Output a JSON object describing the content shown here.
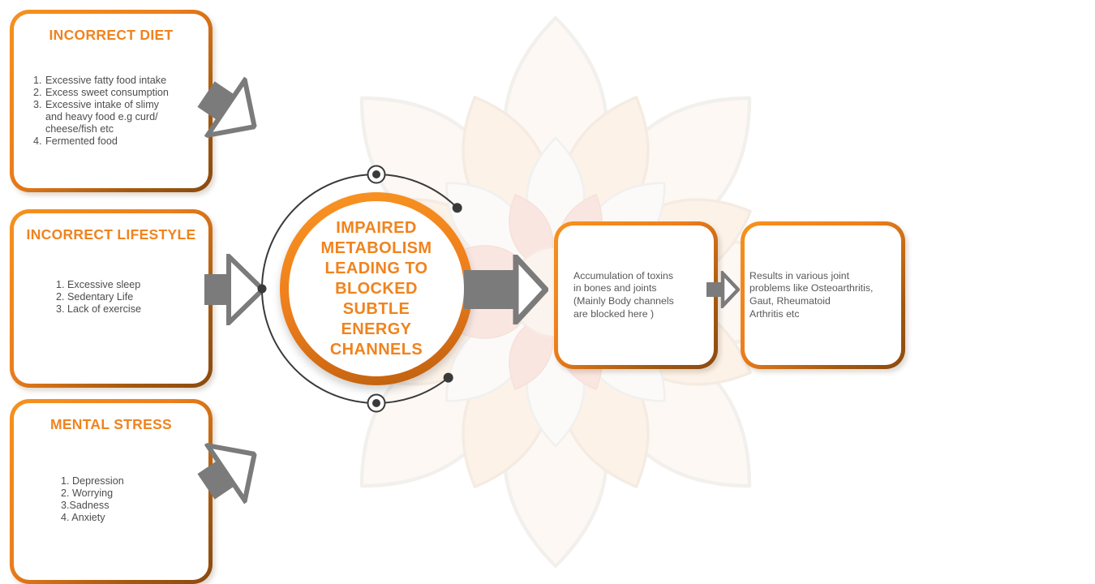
{
  "theme": {
    "accent_orange": "#F0831E",
    "border_gradient_start": "#F6921E",
    "border_gradient_end": "#8A4A10",
    "arrow_gray": "#7B7B7B",
    "orbit_dark": "#3A3A3A",
    "body_text": "#4D4D4F"
  },
  "left_boxes": [
    {
      "title": "INCORRECT DIET",
      "items": [
        {
          "num": "1. ",
          "text": "Excessive fatty food intake"
        },
        {
          "num": "2. ",
          "text": "Excess sweet consumption"
        },
        {
          "num": "3. ",
          "text": "Excessive intake of slimy\nand heavy food e.g curd/\ncheese/fish etc"
        },
        {
          "num": "4. ",
          "text": "Fermented food"
        }
      ]
    },
    {
      "title": "INCORRECT LIFESTYLE",
      "lines": [
        "1. Excessive sleep",
        "2. Sedentary Life",
        "3. Lack of exercise"
      ]
    },
    {
      "title": "MENTAL STRESS",
      "lines": [
        "1. Depression",
        "2. Worrying",
        "3.Sadness",
        "4. Anxiety"
      ]
    }
  ],
  "center_circle": {
    "label": "IMPAIRED\nMETABOLISM\nLEADING TO\nBLOCKED\nSUBTLE\nENERGY\nCHANNELS"
  },
  "flow_boxes": [
    {
      "text": "Accumulation of toxins\nin bones and joints\n(Mainly Body channels\nare blocked here )"
    },
    {
      "text": "Results in various joint\nproblems like Osteoarthritis,\nGaut, Rheumatoid\nArthritis etc"
    }
  ]
}
